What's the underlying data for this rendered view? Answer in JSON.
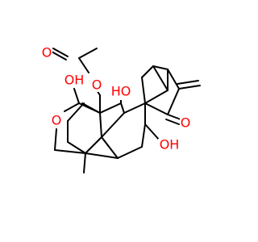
{
  "colors": {
    "bond": "#000000",
    "heteroatom": "#ff0000",
    "background": "#ffffff"
  },
  "labels": {
    "acetate_carbonyl_o": "O",
    "acetate_ester_o": "O",
    "hydroxyl_upper_left": "OH",
    "hydroxyl_bridge": "HO",
    "ether_o": "O",
    "ketone_o": "O",
    "hydroxyl_lower_right": "OH"
  }
}
